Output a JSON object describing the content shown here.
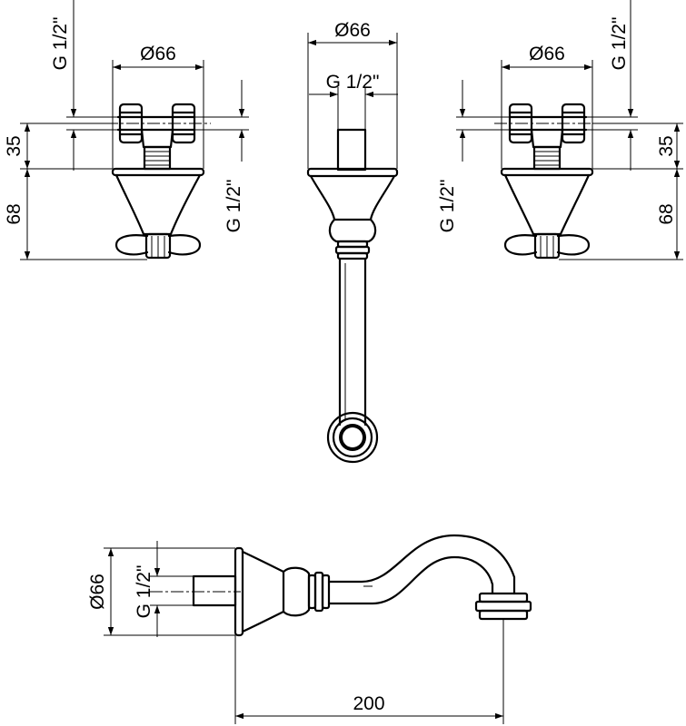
{
  "drawing": {
    "left_valve": {
      "dia_label": "Ø66",
      "thread_label": "G 1/2\"",
      "height_upper_label": "35",
      "height_lower_label": "68",
      "side_thread_label": "G 1/2\""
    },
    "spout_front": {
      "dia_label": "Ø66",
      "thread_label": "G 1/2\""
    },
    "right_valve": {
      "dia_label": "Ø66",
      "thread_label": "G 1/2\"",
      "height_upper_label": "35",
      "height_lower_label": "68",
      "side_thread_label": "G 1/2\""
    },
    "spout_side": {
      "dia_label": "Ø66",
      "thread_label": "G 1/2\"",
      "length_label": "200"
    }
  }
}
